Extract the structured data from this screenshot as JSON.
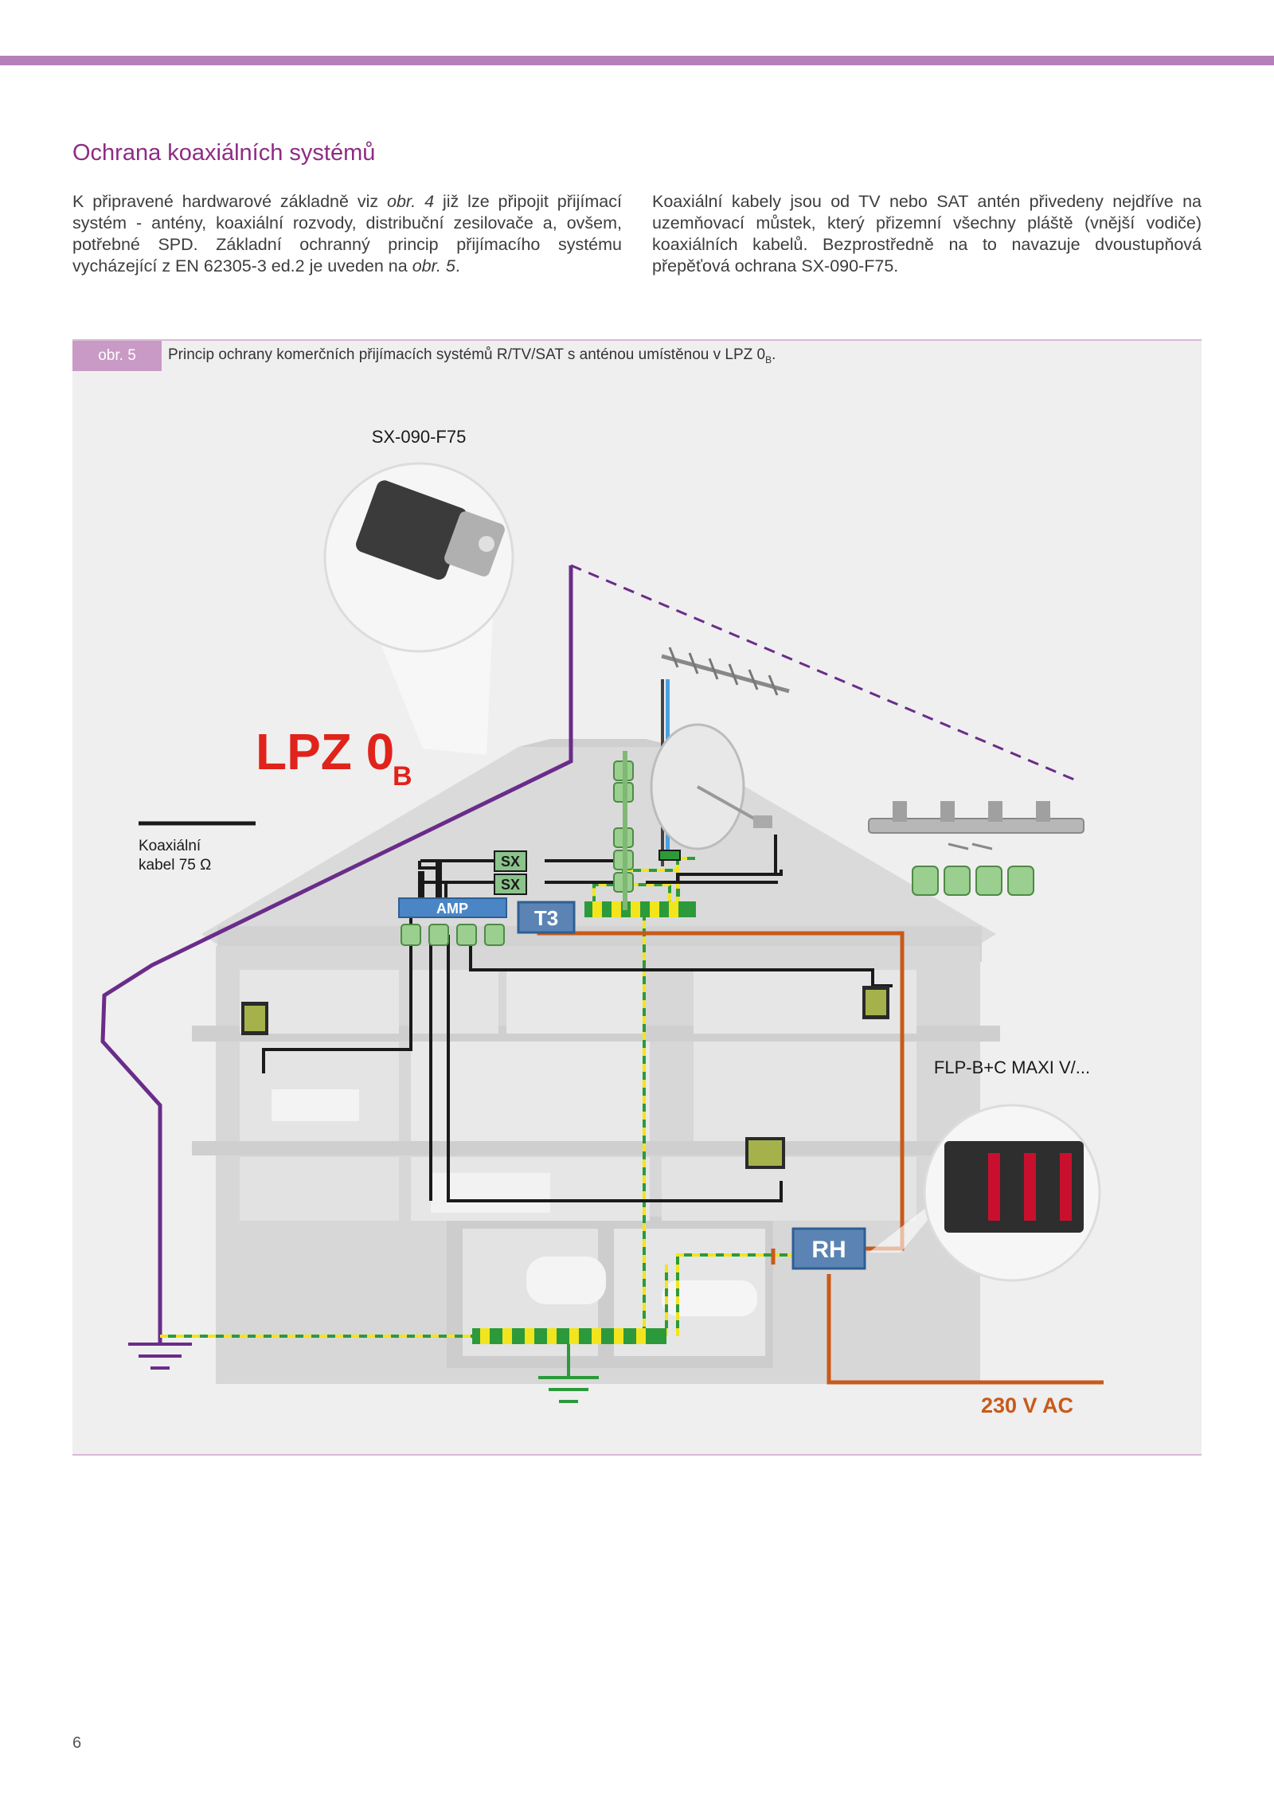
{
  "page": {
    "heading": "Ochrana koaxiálních systémů",
    "page_number": "6",
    "accent_color": "#b57fb9",
    "heading_color": "#8e2b84"
  },
  "text": {
    "left": {
      "p1": "K připravené hardwarové základně viz ",
      "ref1": "obr. 4",
      "p2": " již lze připojit přijímací systém - antény, koaxiální rozvody, distribuční zesilovače a, ovšem, potřebné SPD. Základní ochranný princip přijímacího systému vycházející z EN 62305-3 ed.2 je uveden na ",
      "ref2": "obr. 5",
      "p3": "."
    },
    "right": "Koaxiální kabely jsou od TV nebo SAT antén přivedeny nejdříve na uzemňovací můstek, který přizemní všechny pláště (vnější vodiče) koaxiálních kabelů. Bezprostředně na to navazuje dvoustupňová přepěťová ochrana SX-090-F75."
  },
  "figure": {
    "tag": "obr. 5",
    "caption": "Princip ochrany komerčních přijímacích systémů R/TV/SAT s anténou umístěnou v LPZ 0",
    "caption_sub": "B",
    "caption_end": ".",
    "labels": {
      "product_top": "SX-090-F75",
      "lpz_main": "LPZ 0",
      "lpz_sub": "B",
      "coax_line1": "Koaxiální",
      "coax_line2": "kabel 75 Ω",
      "sx": "SX",
      "amp": "AMP",
      "t3": "T3",
      "rh": "RH",
      "product_right": "FLP-B+C MAXI V/...",
      "voltage": "230 V AC"
    },
    "colors": {
      "lightning": "#6a2c8a",
      "lpz_red": "#e0231b",
      "power": "#c85a19",
      "device_blue": "#4a86c5",
      "sx_green": "#8bc38b",
      "earth_green": "#2c9a3a",
      "earth_yellow": "#f2e51d"
    }
  }
}
